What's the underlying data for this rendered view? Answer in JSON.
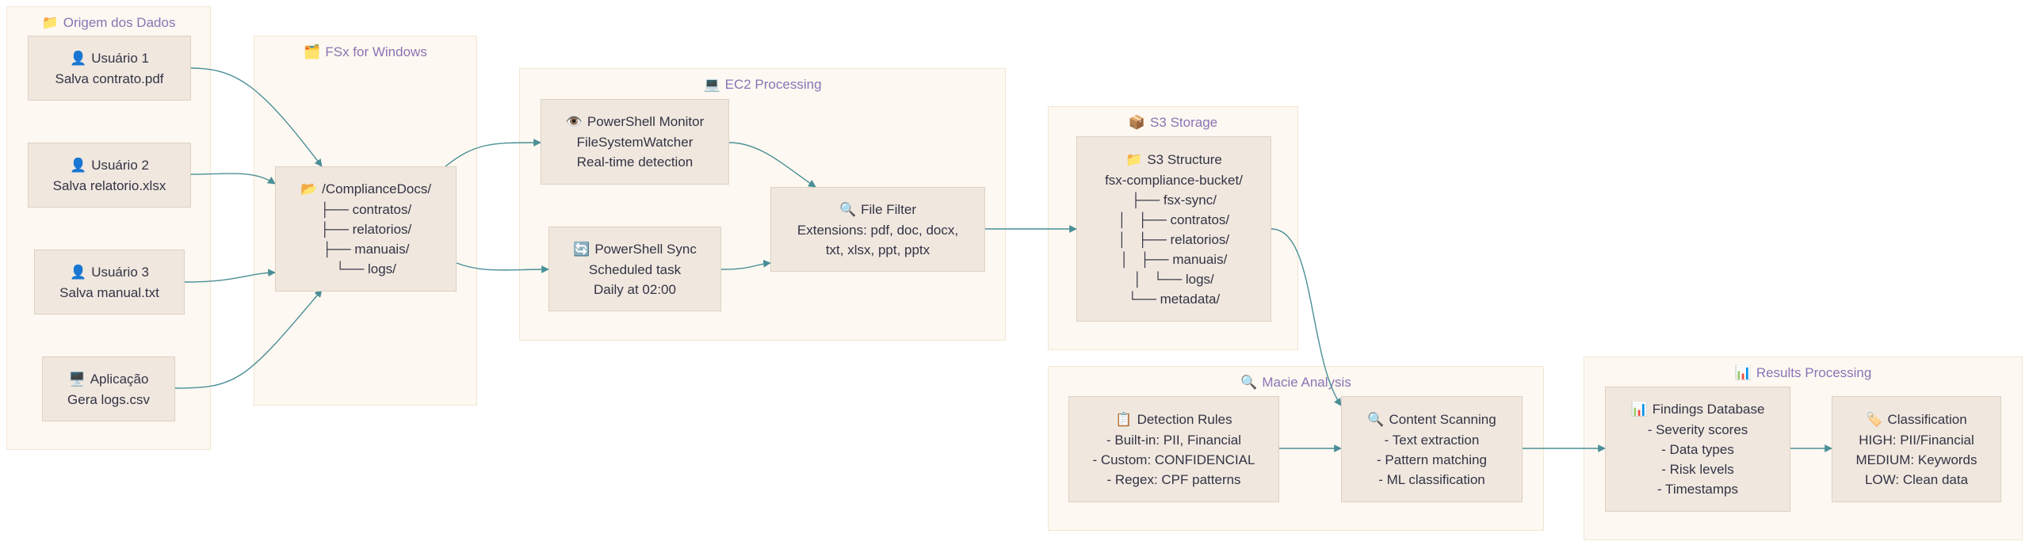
{
  "clusters": {
    "origem": {
      "icon": "📁",
      "title": "Origem dos Dados"
    },
    "fsx": {
      "icon": "🗂️",
      "title": "FSx for Windows"
    },
    "ec2": {
      "icon": "💻",
      "title": "EC2 Processing"
    },
    "s3": {
      "icon": "📦",
      "title": "S3 Storage"
    },
    "macie": {
      "icon": "🔍",
      "title": "Macie Analysis"
    },
    "results": {
      "icon": "📊",
      "title": "Results Processing"
    }
  },
  "nodes": {
    "user1": {
      "icon": "👤",
      "lines": [
        "Usuário 1",
        "Salva contrato.pdf"
      ]
    },
    "user2": {
      "icon": "👤",
      "lines": [
        "Usuário 2",
        "Salva relatorio.xlsx"
      ]
    },
    "user3": {
      "icon": "👤",
      "lines": [
        "Usuário 3",
        "Salva manual.txt"
      ]
    },
    "app": {
      "icon": "🖥️",
      "lines": [
        "Aplicação",
        "Gera logs.csv"
      ]
    },
    "compliance_docs": {
      "icon": "📂",
      "lines": [
        "/ComplianceDocs/",
        "├── contratos/",
        "├── relatorios/",
        "├── manuais/",
        "└── logs/"
      ]
    },
    "ps_monitor": {
      "icon": "👁️",
      "lines": [
        "PowerShell Monitor",
        "FileSystemWatcher",
        "Real-time detection"
      ]
    },
    "ps_sync": {
      "icon": "🔄",
      "lines": [
        "PowerShell Sync",
        "Scheduled task",
        "Daily at 02:00"
      ]
    },
    "file_filter": {
      "icon": "🔍",
      "lines": [
        "File Filter",
        "Extensions: pdf, doc, docx,",
        "txt, xlsx, ppt, pptx"
      ]
    },
    "s3_structure": {
      "icon": "📁",
      "lines": [
        "S3 Structure",
        "fsx-compliance-bucket/",
        "├── fsx-sync/",
        "│   ├── contratos/",
        "│   ├── relatorios/",
        "│   ├── manuais/",
        "│   └── logs/",
        "└── metadata/"
      ]
    },
    "detection_rules": {
      "icon": "📋",
      "lines": [
        "Detection Rules",
        "- Built-in: PII, Financial",
        "- Custom: CONFIDENCIAL",
        "- Regex: CPF patterns"
      ]
    },
    "content_scanning": {
      "icon": "🔍",
      "lines": [
        "Content Scanning",
        "- Text extraction",
        "- Pattern matching",
        "- ML classification"
      ]
    },
    "findings_db": {
      "icon": "📊",
      "lines": [
        "Findings Database",
        "- Severity scores",
        "- Data types",
        "- Risk levels",
        "- Timestamps"
      ]
    },
    "classification": {
      "icon": "🏷️",
      "lines": [
        "Classification",
        "HIGH: PII/Financial",
        "MEDIUM: Keywords",
        "LOW: Clean data"
      ]
    }
  },
  "colors": {
    "edge": "#4a8f97",
    "cluster_title": "#8a74b5",
    "node_bg": "#f0e8df",
    "cluster_bg": "#fdf8f1"
  }
}
